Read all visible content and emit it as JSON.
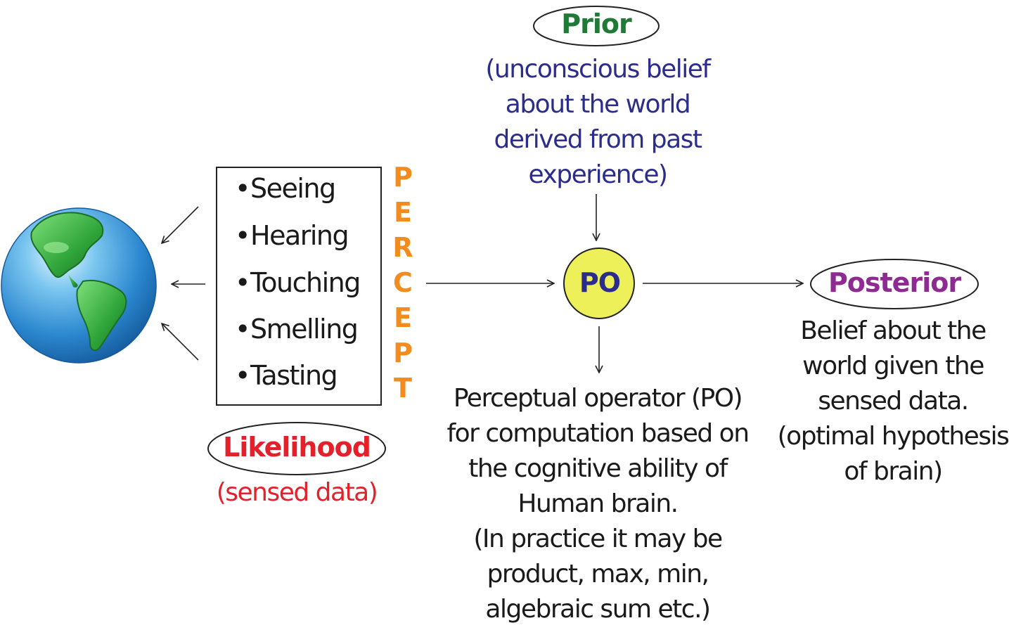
{
  "prior": {
    "label": "Prior",
    "description_lines": [
      "(unconscious belief",
      "about the world",
      "derived from past",
      "experience)"
    ]
  },
  "senses": {
    "items": [
      "Seeing",
      "Hearing",
      "Touching",
      "Smelling",
      "Tasting"
    ]
  },
  "percept": {
    "letters": [
      "P",
      "E",
      "R",
      "C",
      "E",
      "P",
      "T"
    ]
  },
  "po": {
    "label": "PO",
    "description_lines": [
      "Perceptual operator (PO)",
      "for computation based on",
      "the cognitive ability of",
      "Human brain.",
      "(In practice it may be",
      "product, max, min,",
      "algebraic sum etc.)"
    ]
  },
  "posterior": {
    "label": "Posterior",
    "description_lines": [
      "Belief about the",
      "world given the",
      "sensed data.",
      "(optimal hypothesis",
      "of brain)"
    ]
  },
  "likelihood": {
    "label": "Likelihood",
    "description": "(sensed data)"
  },
  "colors": {
    "prior": "#1f7a35",
    "prior_desc": "#2b2c8c",
    "percept": "#f28c1e",
    "po_fill": "#eef05a",
    "po_text": "#2b2c8c",
    "posterior": "#8e2a91",
    "likelihood": "#e4202a",
    "text": "#1a1a1a"
  },
  "icons": {
    "world": "globe-icon"
  }
}
